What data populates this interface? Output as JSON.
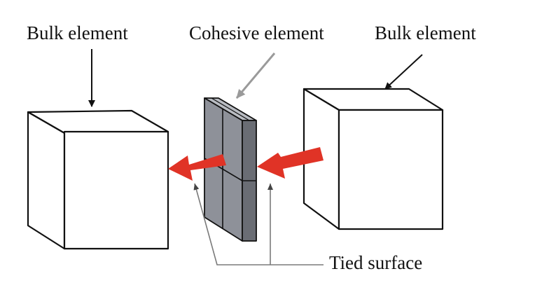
{
  "labels": {
    "bulk_left": "Bulk element",
    "cohesive": "Cohesive element",
    "bulk_right": "Bulk element",
    "tied": "Tied surface"
  },
  "colors": {
    "outline": "#111111",
    "cohesive_fill": "#8e9199",
    "cohesive_dark": "#6a6d74",
    "cohesive_arrow": "#9a9a9a",
    "force_arrow": "#e03326",
    "leader": "#7a7a7a"
  }
}
